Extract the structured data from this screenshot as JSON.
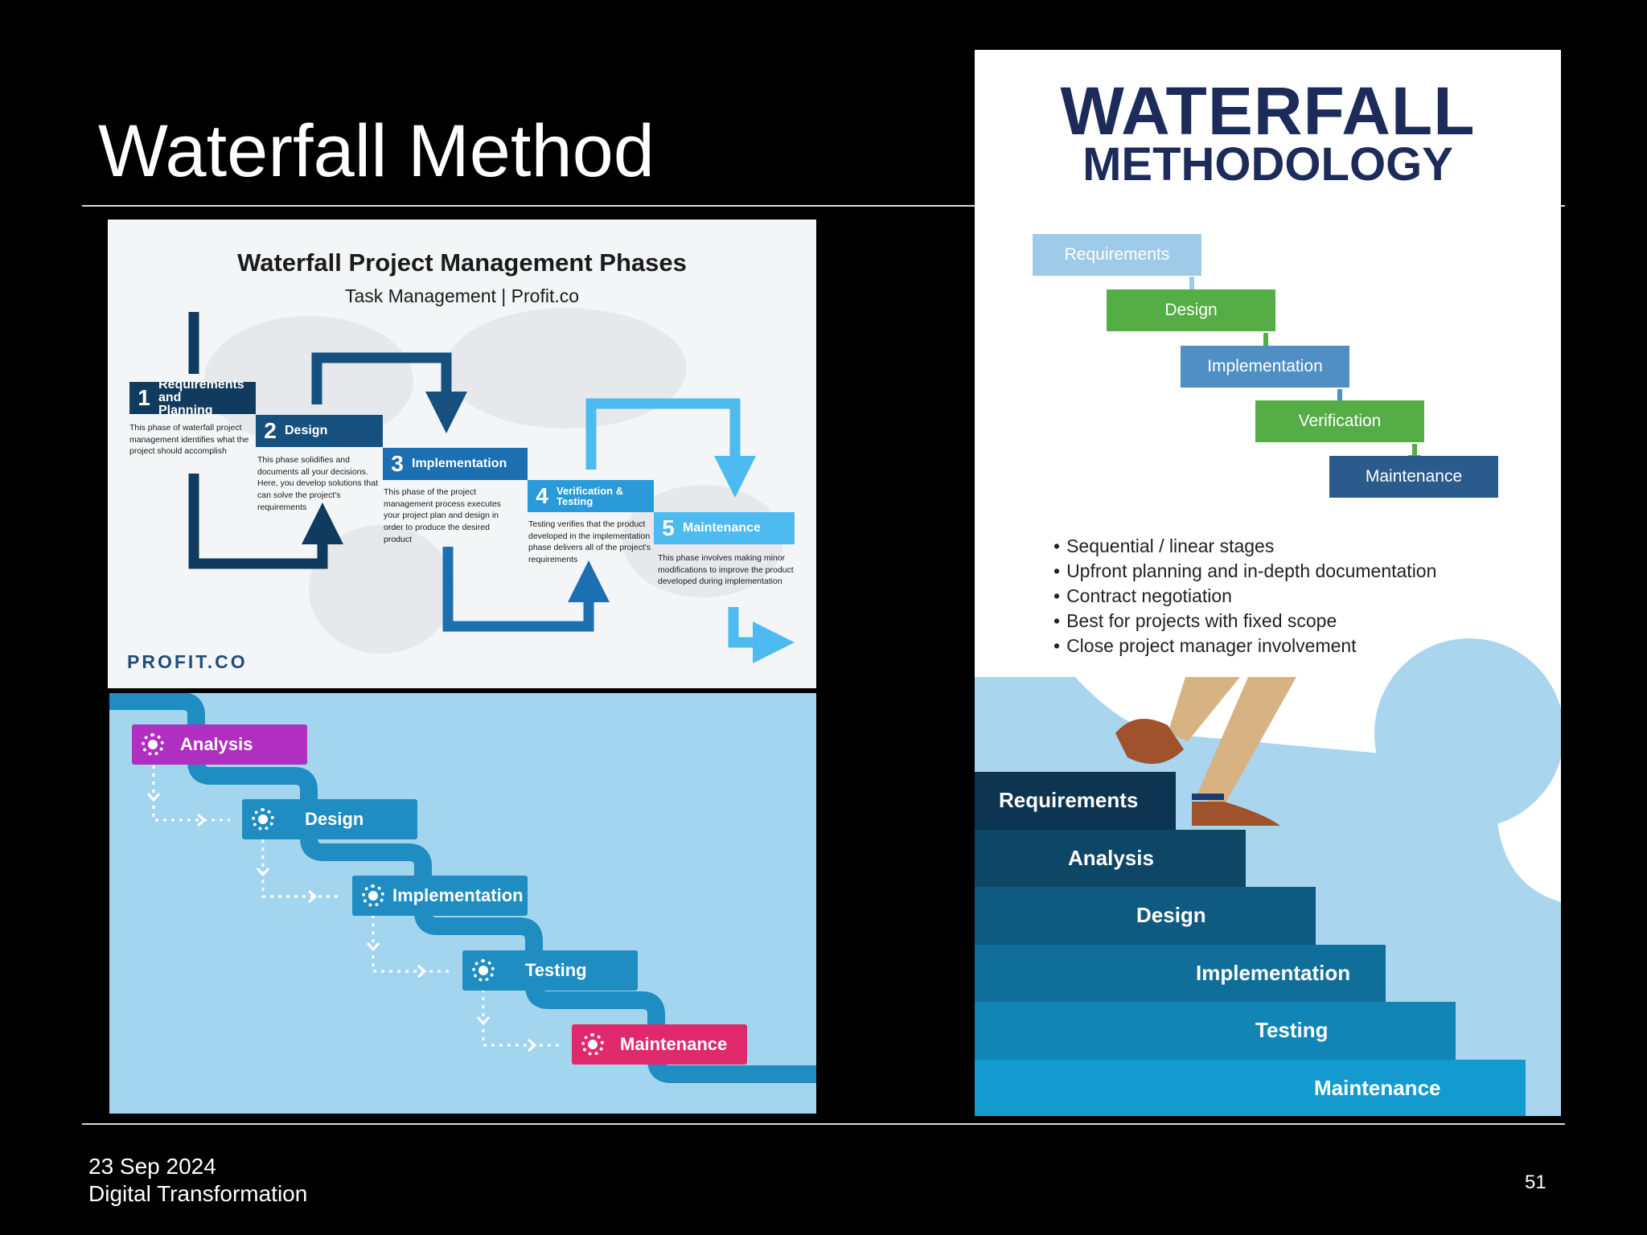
{
  "slide": {
    "title": "Waterfall Method",
    "footer_date": "23 Sep 2024",
    "footer_subtitle": "Digital Transformation",
    "page_number": "51"
  },
  "panel1": {
    "title": "Waterfall Project Management Phases",
    "subtitle": "Task Management | Profit.co",
    "logo": "PROFIT.CO",
    "phases": [
      {
        "number": "1",
        "name": "Requirements and Planning",
        "description": "This phase of waterfall project management identifies what the project should accomplish",
        "color": "#103a5e"
      },
      {
        "number": "2",
        "name": "Design",
        "description": "This phase solidifies and documents all your decisions. Here, you develop solutions that can solve the project's requirements",
        "color": "#15507f"
      },
      {
        "number": "3",
        "name": "Implementation",
        "description": "This phase of the project management process executes your project plan and design in order to produce the desired product",
        "color": "#1c6fb0"
      },
      {
        "number": "4",
        "name": "Verification & Testing",
        "description": "Testing verifies that the product developed in the implementation phase delivers all of the project's requirements",
        "color": "#2a9ad8"
      },
      {
        "number": "5",
        "name": "Maintenance",
        "description": "This phase involves making minor modifications to improve the product developed during implementation",
        "color": "#4dbbef"
      }
    ]
  },
  "panel2": {
    "steps": [
      {
        "label": "Analysis",
        "color": "#b02fc1"
      },
      {
        "label": "Design",
        "color": "#1f8cc2"
      },
      {
        "label": "Implementation",
        "color": "#1f8cc2"
      },
      {
        "label": "Testing",
        "color": "#1f8cc2"
      },
      {
        "label": "Maintenance",
        "color": "#e0296c"
      }
    ]
  },
  "panel3": {
    "title": "WATERFALL",
    "subtitle": "METHODOLOGY",
    "cascade": [
      {
        "label": "Requirements",
        "color": "#9fcbe8"
      },
      {
        "label": "Design",
        "color": "#55ad46"
      },
      {
        "label": "Implementation",
        "color": "#4f8fc3"
      },
      {
        "label": "Verification",
        "color": "#55ad46"
      },
      {
        "label": "Maintenance",
        "color": "#2b5b8c"
      }
    ],
    "bullets": [
      "Sequential / linear stages",
      "Upfront planning and in-depth documentation",
      "Contract negotiation",
      "Best for projects with fixed scope",
      "Close project manager involvement"
    ],
    "stairs": [
      {
        "label": "Requirements",
        "color": "#0d3450"
      },
      {
        "label": "Analysis",
        "color": "#0e4666"
      },
      {
        "label": "Design",
        "color": "#0f5a80"
      },
      {
        "label": "Implementation",
        "color": "#106f9a"
      },
      {
        "label": "Testing",
        "color": "#1185b5"
      },
      {
        "label": "Maintenance",
        "color": "#139bd0"
      }
    ]
  }
}
